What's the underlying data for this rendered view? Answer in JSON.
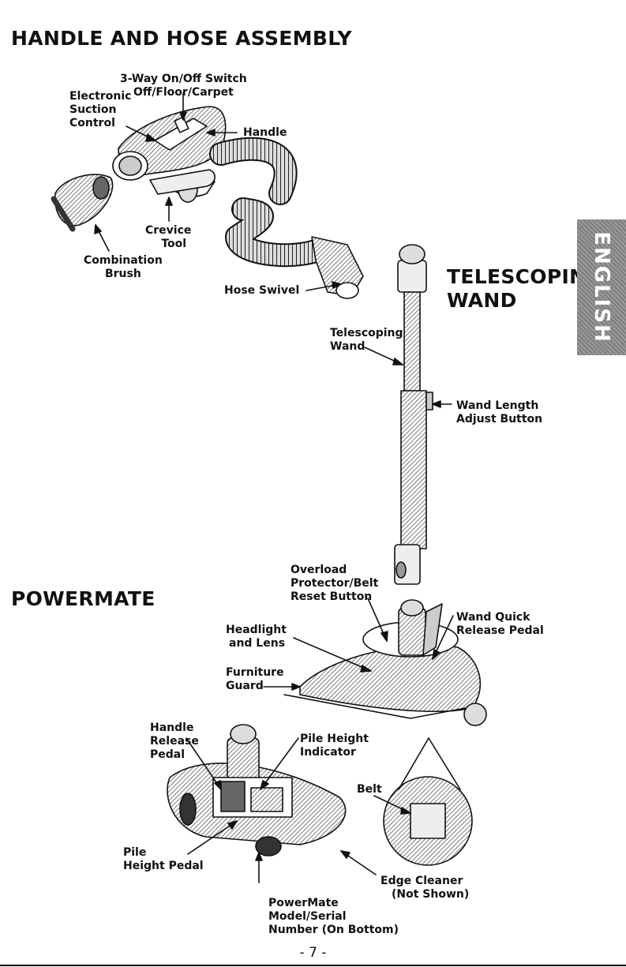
{
  "headings": {
    "handle_hose": "HANDLE AND HOSE ASSEMBLY",
    "telescoping_wand_line1": "TELESCOPING",
    "telescoping_wand_line2": "WAND",
    "powermate": "POWERMATE"
  },
  "side_tab": {
    "label": "ENGLISH"
  },
  "labels": {
    "switch": [
      "3-Way On/Off Switch",
      "Off/Floor/Carpet"
    ],
    "electronic_suction_control": [
      "Electronic",
      "Suction",
      "Control"
    ],
    "handle": "Handle",
    "crevice_tool": [
      "Crevice",
      "Tool"
    ],
    "combination_brush": [
      "Combination",
      "Brush"
    ],
    "hose_swivel": "Hose Swivel",
    "telescoping_wand": [
      "Telescoping",
      "Wand"
    ],
    "wand_length_adjust": [
      "Wand Length",
      "Adjust Button"
    ],
    "overload_protector": [
      "Overload",
      "Protector/Belt",
      "Reset Button"
    ],
    "wand_quick_release": [
      "Wand Quick",
      "Release Pedal"
    ],
    "headlight": [
      "Headlight",
      "and Lens"
    ],
    "furniture_guard": [
      "Furniture",
      "Guard"
    ],
    "handle_release_pedal": [
      "Handle",
      "Release",
      "Pedal"
    ],
    "pile_height_indicator": [
      "Pile Height",
      "Indicator"
    ],
    "belt": "Belt",
    "pile_height_pedal": [
      "Pile",
      "Height Pedal"
    ],
    "edge_cleaner": [
      "Edge Cleaner",
      "(Not Shown)"
    ],
    "powermate_model": [
      "PowerMate",
      "Model/Serial",
      "Number (On Bottom)"
    ]
  },
  "page_number": "- 7 -"
}
